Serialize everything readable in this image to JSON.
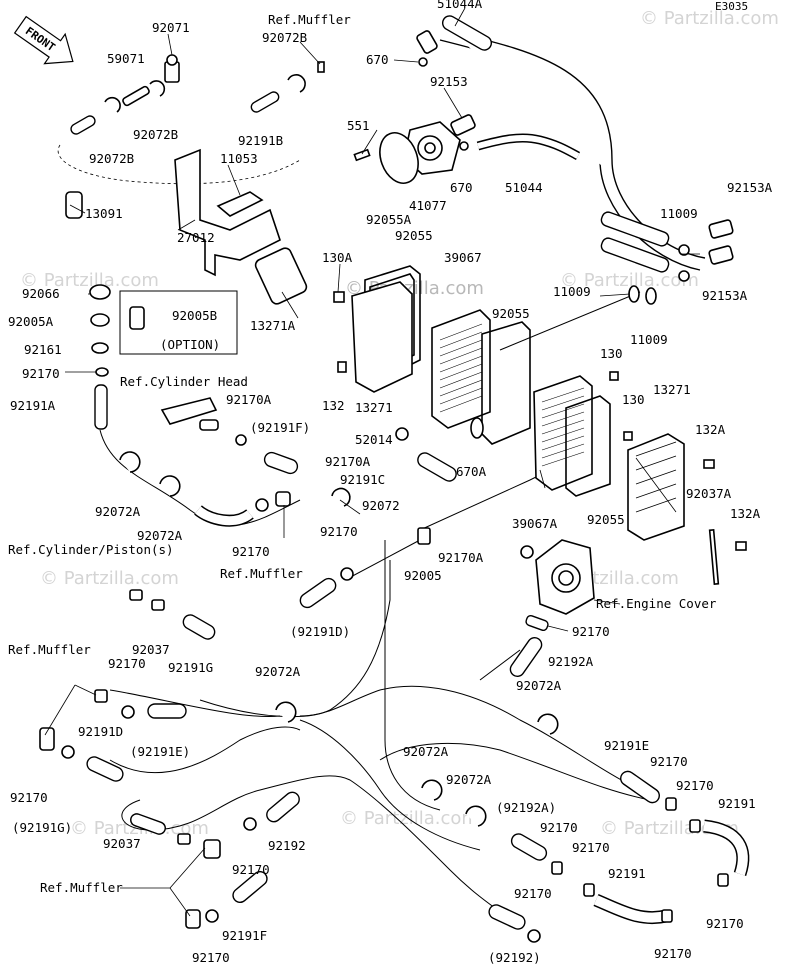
{
  "diagram_code": "E3035",
  "front_label": "FRONT",
  "watermark": "© Partzilla.com",
  "option_box": "(OPTION)",
  "labels": [
    {
      "id": "l-51044A",
      "text": "51044A"
    },
    {
      "id": "l-ref-muffler-top",
      "text": "Ref.Muffler"
    },
    {
      "id": "l-92071",
      "text": "92071"
    },
    {
      "id": "l-92072B-a",
      "text": "92072B"
    },
    {
      "id": "l-59071",
      "text": "59071"
    },
    {
      "id": "l-670-a",
      "text": "670"
    },
    {
      "id": "l-92153",
      "text": "92153"
    },
    {
      "id": "l-92072B-b",
      "text": "92072B"
    },
    {
      "id": "l-92191B",
      "text": "92191B"
    },
    {
      "id": "l-92072B-c",
      "text": "92072B"
    },
    {
      "id": "l-551",
      "text": "551"
    },
    {
      "id": "l-11053",
      "text": "11053"
    },
    {
      "id": "l-670-b",
      "text": "670"
    },
    {
      "id": "l-41077",
      "text": "41077"
    },
    {
      "id": "l-51044",
      "text": "51044"
    },
    {
      "id": "l-92153A-a",
      "text": "92153A"
    },
    {
      "id": "l-13091",
      "text": "13091"
    },
    {
      "id": "l-92055A",
      "text": "92055A"
    },
    {
      "id": "l-11009-a",
      "text": "11009"
    },
    {
      "id": "l-27012",
      "text": "27012"
    },
    {
      "id": "l-92055-a",
      "text": "92055"
    },
    {
      "id": "l-130A",
      "text": "130A"
    },
    {
      "id": "l-39067",
      "text": "39067"
    },
    {
      "id": "l-92066",
      "text": "92066"
    },
    {
      "id": "l-13271A",
      "text": "13271A"
    },
    {
      "id": "l-11009-b",
      "text": "11009"
    },
    {
      "id": "l-92153A-b",
      "text": "92153A"
    },
    {
      "id": "l-92005A",
      "text": "92005A"
    },
    {
      "id": "l-92005B",
      "text": "92005B"
    },
    {
      "id": "l-92055-b",
      "text": "92055"
    },
    {
      "id": "l-11009-c",
      "text": "11009"
    },
    {
      "id": "l-92161",
      "text": "92161"
    },
    {
      "id": "l-130",
      "text": "130"
    },
    {
      "id": "l-92170-a",
      "text": "92170"
    },
    {
      "id": "l-ref-cylhead",
      "text": "Ref.Cylinder Head"
    },
    {
      "id": "l-132",
      "text": "132"
    },
    {
      "id": "l-13271",
      "text": "13271"
    },
    {
      "id": "l-92191A",
      "text": "92191A"
    },
    {
      "id": "l-92170A-a",
      "text": "92170A"
    },
    {
      "id": "l-13271-b",
      "text": "13271"
    },
    {
      "id": "l-130-b",
      "text": "130"
    },
    {
      "id": "l-92191F-a",
      "text": "(92191F)"
    },
    {
      "id": "l-52014",
      "text": "52014"
    },
    {
      "id": "l-132A-a",
      "text": "132A"
    },
    {
      "id": "l-670A",
      "text": "670A"
    },
    {
      "id": "l-92170A-b",
      "text": "92170A"
    },
    {
      "id": "l-92191C",
      "text": "92191C"
    },
    {
      "id": "l-92072-a",
      "text": "92072"
    },
    {
      "id": "l-92072A-a",
      "text": "92072A"
    },
    {
      "id": "l-39067A",
      "text": "39067A"
    },
    {
      "id": "l-92055-c",
      "text": "92055"
    },
    {
      "id": "l-92037A",
      "text": "92037A"
    },
    {
      "id": "l-132A-b",
      "text": "132A"
    },
    {
      "id": "l-92072A-b",
      "text": "92072A"
    },
    {
      "id": "l-92170-b",
      "text": "92170"
    },
    {
      "id": "l-92170A-c",
      "text": "92170A"
    },
    {
      "id": "l-ref-cylpiston",
      "text": "Ref.Cylinder/Piston(s)"
    },
    {
      "id": "l-92170-c",
      "text": "92170"
    },
    {
      "id": "l-92005",
      "text": "92005"
    },
    {
      "id": "l-ref-muffler-mid",
      "text": "Ref.Muffler"
    },
    {
      "id": "l-ref-engcover",
      "text": "Ref.Engine Cover"
    },
    {
      "id": "l-92037-a",
      "text": "92037"
    },
    {
      "id": "l-92191D-a",
      "text": "(92191D)"
    },
    {
      "id": "l-92170-d",
      "text": "92170"
    },
    {
      "id": "l-ref-muffler-left",
      "text": "Ref.Muffler"
    },
    {
      "id": "l-92191G-a",
      "text": "92191G"
    },
    {
      "id": "l-92192A",
      "text": "92192A"
    },
    {
      "id": "l-92170-e",
      "text": "92170"
    },
    {
      "id": "l-92072A-c",
      "text": "92072A"
    },
    {
      "id": "l-92072A-d",
      "text": "92072A"
    },
    {
      "id": "l-92191D-b",
      "text": "92191D"
    },
    {
      "id": "l-92191E-a",
      "text": "(92191E)"
    },
    {
      "id": "l-92191E-b",
      "text": "92191E"
    },
    {
      "id": "l-92170-f",
      "text": "92170"
    },
    {
      "id": "l-92072A-e",
      "text": "92072A"
    },
    {
      "id": "l-92072A-f",
      "text": "92072A"
    },
    {
      "id": "l-92170-g",
      "text": "92170"
    },
    {
      "id": "l-92170-h",
      "text": "92170"
    },
    {
      "id": "l-92191-a",
      "text": "92191"
    },
    {
      "id": "l-92191G-b",
      "text": "(92191G)"
    },
    {
      "id": "l-92192A-b",
      "text": "(92192A)"
    },
    {
      "id": "l-92170-i",
      "text": "92170"
    },
    {
      "id": "l-92037-b",
      "text": "92037"
    },
    {
      "id": "l-92192",
      "text": "92192"
    },
    {
      "id": "l-92170-j",
      "text": "92170"
    },
    {
      "id": "l-92170-k",
      "text": "92170"
    },
    {
      "id": "l-ref-muffler-bottom",
      "text": "Ref.Muffler"
    },
    {
      "id": "l-92191",
      "text": "92191"
    },
    {
      "id": "l-92170-l",
      "text": "92170"
    },
    {
      "id": "l-92191F-b",
      "text": "92191F"
    },
    {
      "id": "l-92170-m",
      "text": "92170"
    },
    {
      "id": "l-92170-n",
      "text": "92170"
    },
    {
      "id": "l-92192-b",
      "text": "(92192)"
    },
    {
      "id": "l-92170-o",
      "text": "92170"
    }
  ]
}
